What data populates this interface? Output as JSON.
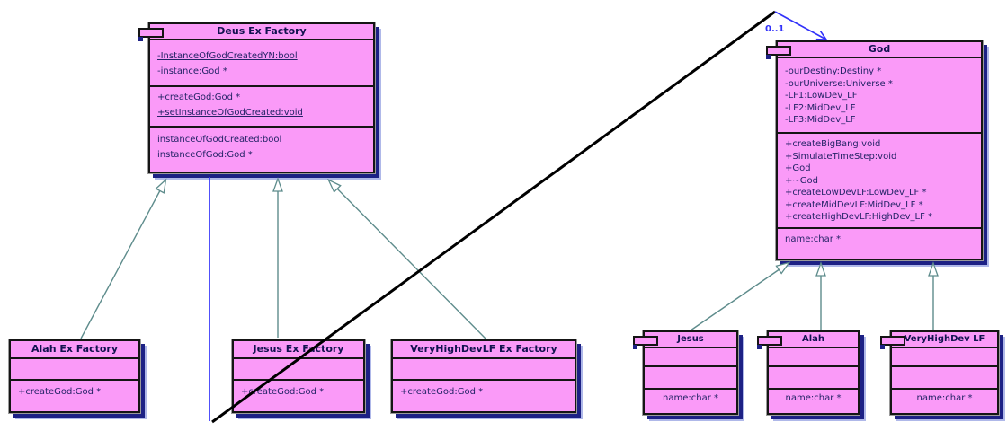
{
  "classes": {
    "deus": {
      "title": "Deus Ex Factory",
      "attributes": [
        "-InstanceOfGodCreatedYN:bool",
        "-instance:God *"
      ],
      "methods": [
        "+createGod:God *",
        "+setInstanceOfGodCreated:void"
      ],
      "properties": [
        "instanceOfGodCreated:bool",
        "instanceOfGod:God *"
      ]
    },
    "god": {
      "title": "God",
      "attributes": [
        "-ourDestiny:Destiny *",
        "-ourUniverse:Universe *",
        "-LF1:LowDev_LF",
        "-LF2:MidDev_LF",
        "-LF3:MidDev_LF"
      ],
      "methods": [
        "+createBigBang:void",
        "+SimulateTimeStep:void",
        "+God",
        "+~God",
        "+createLowDevLF:LowDev_LF *",
        "+createMidDevLF:MidDev_LF *",
        "+createHighDevLF:HighDev_LF *"
      ],
      "properties": [
        "name:char *"
      ]
    },
    "alah_factory": {
      "title": "Alah Ex Factory",
      "methods": [
        "+createGod:God *"
      ]
    },
    "jesus_factory": {
      "title": "Jesus Ex Factory",
      "methods": [
        "+createGod:God *"
      ]
    },
    "vhd_factory": {
      "title": "VeryHighDevLF Ex Factory",
      "methods": [
        "+createGod:God *"
      ]
    },
    "jesus": {
      "title": "Jesus",
      "properties": [
        "name:char *"
      ]
    },
    "alah": {
      "title": "Alah",
      "properties": [
        "name:char *"
      ]
    },
    "vhd_lf": {
      "title": "VeryHighDev LF",
      "properties": [
        "name:char *"
      ]
    }
  },
  "relationships": {
    "association": {
      "from": "Deus Ex Factory",
      "to": "God",
      "multiplicity": "0..1"
    },
    "generalizations": [
      {
        "from": "Alah Ex Factory",
        "to": "Deus Ex Factory"
      },
      {
        "from": "Jesus Ex Factory",
        "to": "Deus Ex Factory"
      },
      {
        "from": "VeryHighDevLF Ex Factory",
        "to": "Deus Ex Factory"
      },
      {
        "from": "Jesus",
        "to": "God"
      },
      {
        "from": "Alah",
        "to": "God"
      },
      {
        "from": "VeryHighDev LF",
        "to": "God"
      }
    ]
  },
  "colors": {
    "class_fill": "#fa9af8",
    "shadow_navy": "#1d2185",
    "generalization_teal": "#5e8c8c",
    "association_blue": "#3232fa",
    "association_black": "#000000"
  }
}
